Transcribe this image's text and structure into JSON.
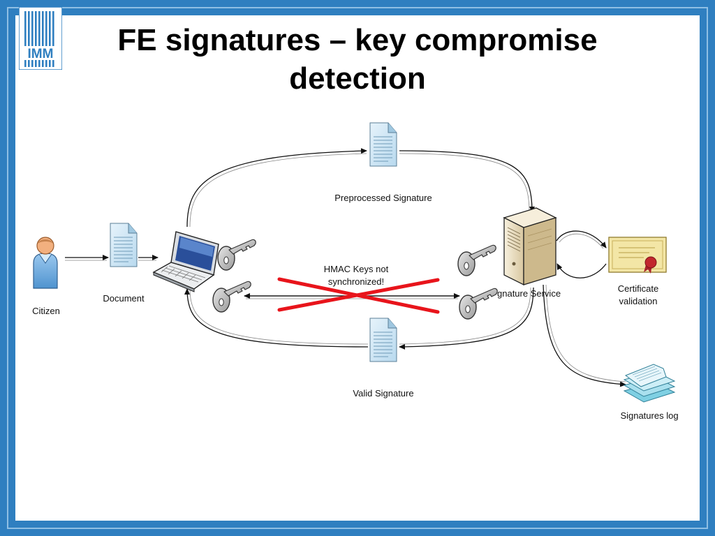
{
  "slide": {
    "title": "FE signatures – key compromise detection",
    "logo_text": "IMM"
  },
  "diagram": {
    "nodes": {
      "citizen": "Citizen",
      "document": "Document",
      "preprocessed_signature": "Preprocessed Signature",
      "signature_service": "gnature Service",
      "certificate_validation_line1": "Certificate",
      "certificate_validation_line2": "validation",
      "valid_signature": "Valid Signature",
      "signatures_log": "Signatures log"
    },
    "annotation": {
      "line1": "HMAC Keys not",
      "line2": "synchronized!"
    },
    "icons": [
      "person-icon",
      "document-icon",
      "laptop-icon",
      "key-icon",
      "server-icon",
      "certificate-icon",
      "log-stack-icon"
    ],
    "colors": {
      "frame": "#2f7fc0",
      "cross": "#e8141b",
      "document_fill": "#cfe6f5",
      "server_fill": "#efe5cf",
      "certificate_fill": "#f3e6a6"
    }
  }
}
